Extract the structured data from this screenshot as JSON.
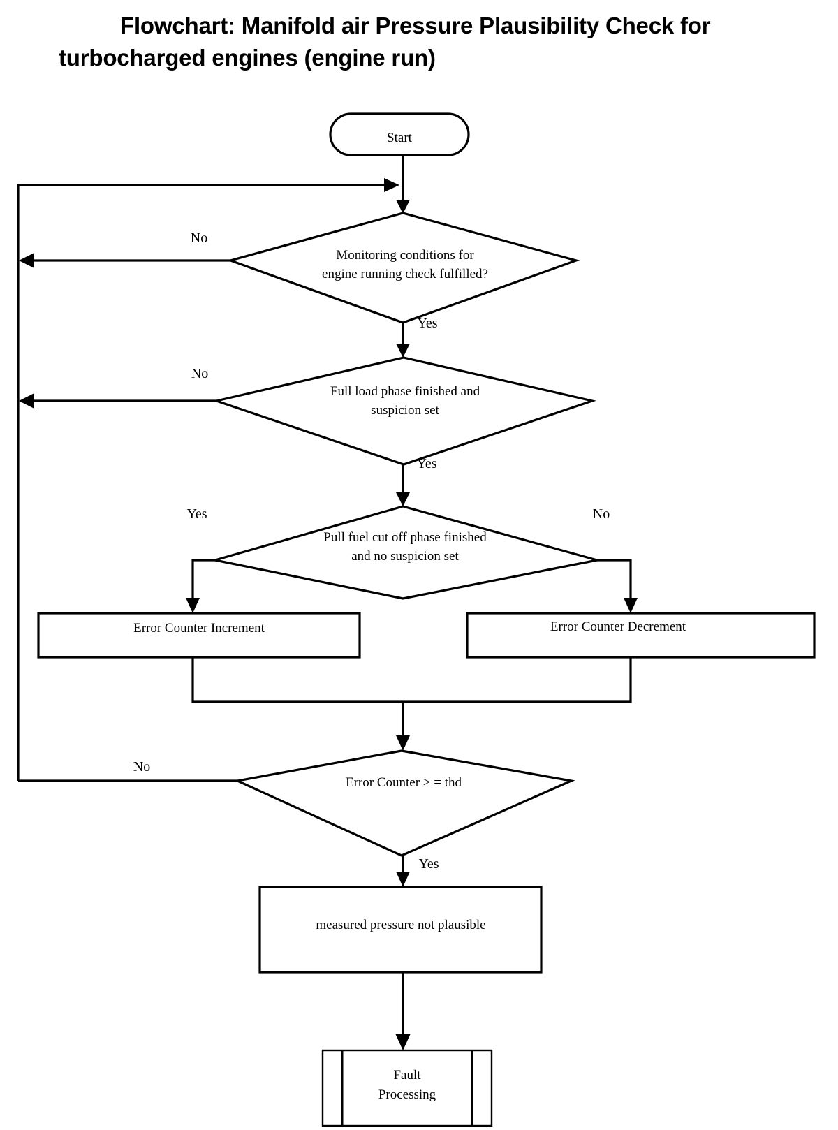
{
  "title": {
    "line1": "Flowchart: Manifold air Pressure Plausibility Check for",
    "line2": "turbocharged engines (engine run)"
  },
  "chart_data": {
    "type": "diagram",
    "diagram_kind": "flowchart",
    "title": "Flowchart: Manifold air Pressure Plausibility Check for turbocharged engines (engine run)",
    "orientation": "top-to-bottom",
    "nodes": [
      {
        "id": "start",
        "shape": "terminator",
        "label": "Start"
      },
      {
        "id": "d1",
        "shape": "decision",
        "label_line1": "Monitoring  conditions for",
        "label_line2": "engine running check fulfilled?"
      },
      {
        "id": "d2",
        "shape": "decision",
        "label_line1": "Full load phase finished and",
        "label_line2": "suspicion set"
      },
      {
        "id": "d3",
        "shape": "decision",
        "label_line1": "Pull fuel cut off phase finished",
        "label_line2": "and no suspicion set"
      },
      {
        "id": "inc",
        "shape": "process",
        "label": "Error Counter Increment"
      },
      {
        "id": "dec",
        "shape": "process",
        "label": "Error Counter Decrement"
      },
      {
        "id": "d4",
        "shape": "decision",
        "label": "Error Counter > = thd"
      },
      {
        "id": "notplaus",
        "shape": "process",
        "label": "measured pressure not plausible"
      },
      {
        "id": "fault",
        "shape": "predefined-process",
        "label_line1": "Fault",
        "label_line2": "Processing"
      }
    ],
    "edges": [
      {
        "from": "start",
        "to": "d1",
        "label": ""
      },
      {
        "from": "d1",
        "to": "loop-back",
        "label": "No"
      },
      {
        "from": "d1",
        "to": "d2",
        "label": "Yes"
      },
      {
        "from": "d2",
        "to": "loop-back",
        "label": "No"
      },
      {
        "from": "d2",
        "to": "d3",
        "label": "Yes"
      },
      {
        "from": "d3",
        "to": "inc",
        "label": "Yes"
      },
      {
        "from": "d3",
        "to": "dec",
        "label": "No"
      },
      {
        "from": "inc",
        "to": "d4",
        "label": ""
      },
      {
        "from": "dec",
        "to": "d4",
        "label": ""
      },
      {
        "from": "d4",
        "to": "loop-back",
        "label": "No"
      },
      {
        "from": "d4",
        "to": "notplaus",
        "label": "Yes"
      },
      {
        "from": "notplaus",
        "to": "fault",
        "label": ""
      }
    ],
    "edge_labels": {
      "d1_no": "No",
      "d1_yes": "Yes",
      "d2_no": "No",
      "d2_yes": "Yes",
      "d3_yes": "Yes",
      "d3_no": "No",
      "d4_no": "No",
      "d4_yes": "Yes"
    },
    "colors": {
      "stroke": "#000000",
      "fill": "#ffffff",
      "text": "#000000",
      "background": "#ffffff"
    }
  },
  "nodes": {
    "start": {
      "label": "Start"
    },
    "decision_1": {
      "line1": "Monitoring  conditions for",
      "line2": "engine running check fulfilled?"
    },
    "decision_2": {
      "line1": "Full load phase finished and",
      "line2": "suspicion set"
    },
    "decision_3": {
      "line1": "Pull fuel cut off phase finished",
      "line2": "and no suspicion set"
    },
    "increment": {
      "label": "Error Counter Increment"
    },
    "decrement": {
      "label": "Error Counter Decrement"
    },
    "decision_4": {
      "label": "Error Counter > = thd"
    },
    "not_plausible": {
      "label": "measured pressure not plausible"
    },
    "fault": {
      "line1": "Fault",
      "line2": "Processing"
    }
  },
  "labels": {
    "d1_no": "No",
    "d1_yes": "Yes",
    "d2_no": "No",
    "d2_yes": "Yes",
    "d3_yes": "Yes",
    "d3_no": "No",
    "d4_no": "No",
    "d4_yes": "Yes"
  }
}
